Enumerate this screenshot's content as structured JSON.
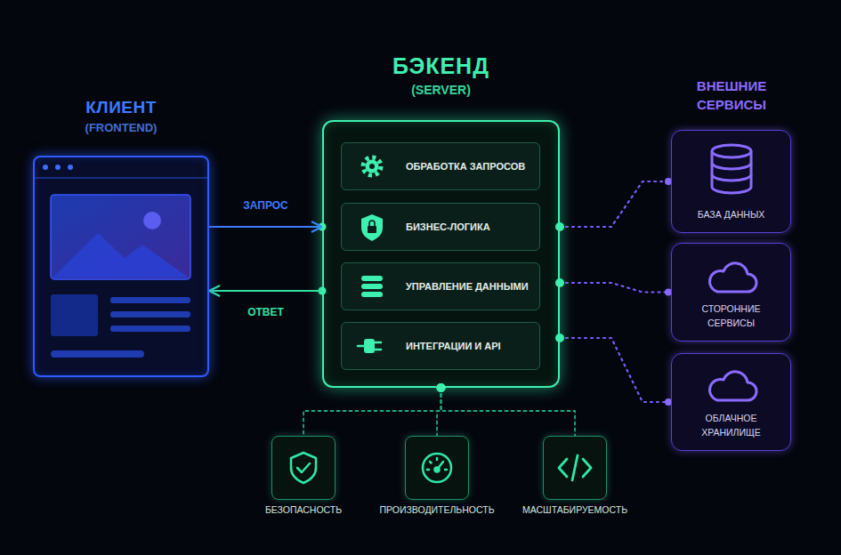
{
  "diagram": {
    "nodes": [
      {
        "text": [
          "КЛИЕНТ",
          "(FRONTEND)"
        ]
      },
      {
        "text": [
          "БЭКЕНД",
          "(SERVER)"
        ]
      },
      {
        "text": [
          "ОБРАБОТКА ЗАПРОСОВ"
        ],
        "in": 1
      },
      {
        "text": [
          "БИЗНЕС-ЛОГИКА"
        ],
        "in": 1
      },
      {
        "text": [
          "УПРАВЛЕНИЕ ДАННЫМИ"
        ],
        "in": 1
      },
      {
        "text": [
          "ИНТЕГРАЦИИ И API"
        ],
        "in": 1
      },
      {
        "text": [
          "БАЗА ДАННЫХ"
        ]
      },
      {
        "text": [
          "СТОРОННИЕ СЕРВИСЫ"
        ]
      },
      {
        "text": [
          "ОБЛАЧНОЕ ХРАНИЛИЩЕ"
        ]
      },
      {
        "text": [
          "БЕЗОПАСНОСТЬ"
        ]
      },
      {
        "text": [
          "ПРОИЗВОДИТЕЛЬНОСТЬ"
        ]
      },
      {
        "text": [
          "МАСШТАБИРУЕМОСТЬ"
        ]
      }
    ],
    "edges": [
      {
        "from": 0,
        "to": 1,
        "label": "ЗАПРОС",
        "arrow": "to"
      },
      {
        "from": 1,
        "to": 0,
        "label": "ОТВЕТ",
        "arrow": "to"
      },
      {
        "from": 1,
        "to": 6,
        "arrow": "none"
      },
      {
        "from": 1,
        "to": 7,
        "arrow": "none"
      },
      {
        "from": 1,
        "to": 8,
        "arrow": "none"
      },
      {
        "from": 1,
        "to": 9,
        "arrow": "none"
      },
      {
        "from": 1,
        "to": 10,
        "arrow": "none"
      },
      {
        "from": 1,
        "to": 11,
        "arrow": "none"
      }
    ],
    "labels": [
      "ВНЕШНИЕ СЕРВИСЫ"
    ]
  }
}
